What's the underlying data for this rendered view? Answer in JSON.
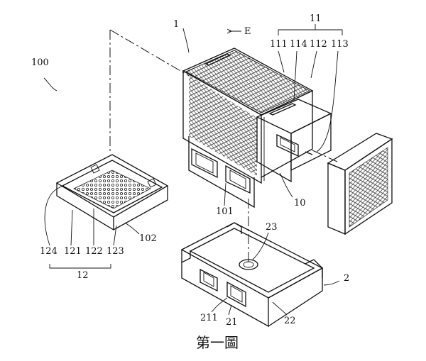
{
  "labels": {
    "l100": "100",
    "l1": "1",
    "lE": "E",
    "l11": "11",
    "l111": "111",
    "l114": "114",
    "l112": "112",
    "l113": "113",
    "l10": "10",
    "l101": "101",
    "l124": "124",
    "l121": "121",
    "l122": "122",
    "l123": "123",
    "l102": "102",
    "l12": "12",
    "l23": "23",
    "l2": "2",
    "l211": "211",
    "l21": "21",
    "l22": "22"
  },
  "caption": "第一圖"
}
